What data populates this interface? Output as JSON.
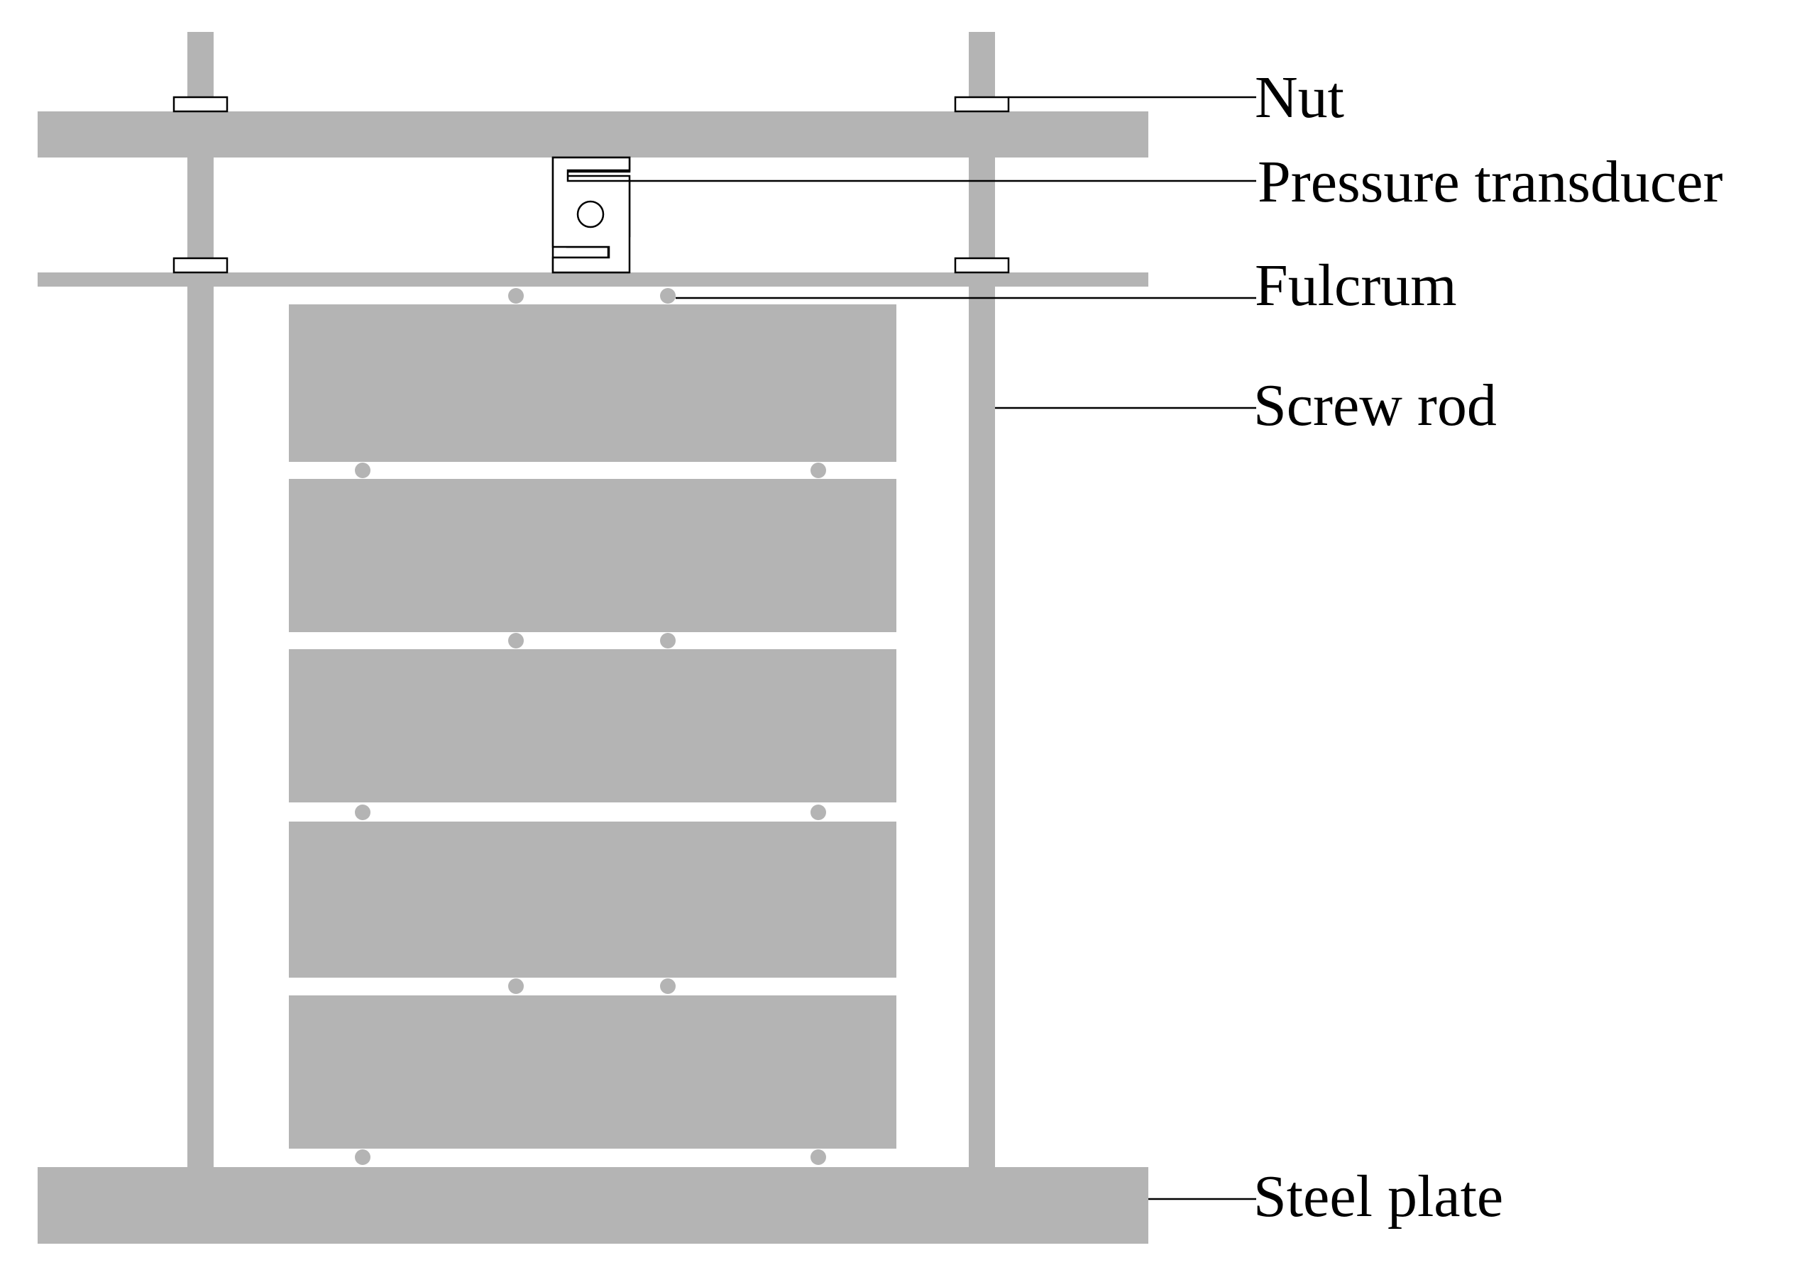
{
  "labels": {
    "nut": "Nut",
    "pressure_transducer": "Pressure transducer",
    "fulcrum": "Fulcrum",
    "screw_rod": "Screw rod",
    "steel_plate": "Steel plate"
  },
  "colors": {
    "part_gray": "#b4b4b4",
    "line_black": "#000000",
    "background": "#ffffff"
  }
}
